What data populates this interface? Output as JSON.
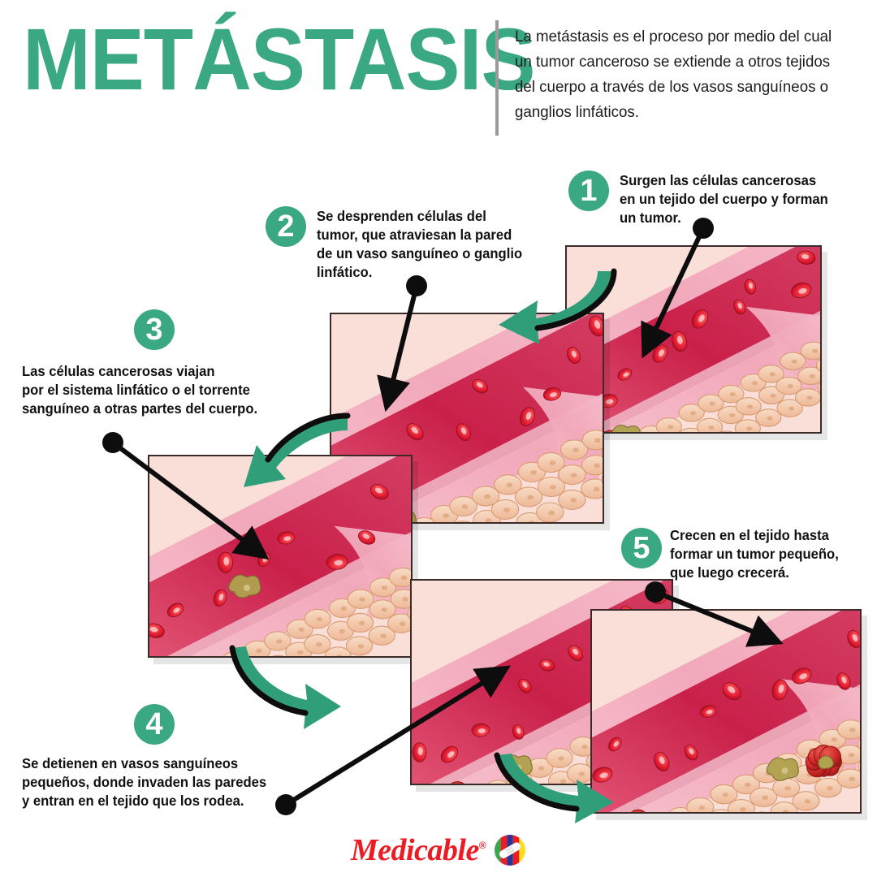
{
  "header": {
    "title": "METÁSTASIS",
    "intro": "La metástasis es el proceso por medio del cual un tumor canceroso se extiende a otros tejidos del cuerpo a través de los vasos sanguíneos o ganglios linfáticos.",
    "divider": "vertical-rule"
  },
  "colors": {
    "accent_green": "#3aa882",
    "arrow_green": "#2f9e79",
    "panel_background": "#fadfd9",
    "panel_border": "#3b2b28",
    "caption_text": "#111111",
    "logo_red": "#ec1c24",
    "blood_red": "#d31f3c",
    "tissue_cell": "#f3c4a8",
    "tumor_red": "#d42a2a",
    "cancer_cell_olive": "#b0a24e"
  },
  "steps": [
    {
      "number": "1",
      "text": "Surgen las células cancerosas en un tejido del cuerpo y forman un tumor.",
      "lines": [
        "Surgen las células cancerosas",
        "en un tejido del cuerpo y forman",
        "un tumor."
      ]
    },
    {
      "number": "2",
      "text": "Se desprenden células del tumor, que atraviesan la pared de un vaso sanguíneo o ganglio linfático.",
      "lines": [
        "Se desprenden células del",
        "tumor, que atraviesan la pared",
        "de un vaso sanguíneo o ganglio",
        "linfático."
      ]
    },
    {
      "number": "3",
      "text": "Las células cancerosas viajan por el sistema linfático o el torrente sanguíneo a otras partes del cuerpo.",
      "lines": [
        "Las células cancerosas viajan",
        "por el sistema linfático o el torrente",
        "sanguíneo a otras partes del cuerpo."
      ]
    },
    {
      "number": "4",
      "text": "Se detienen en vasos sanguíneos pequeños, donde invaden las paredes y entran en el tejido que los rodea.",
      "lines": [
        "Se detienen en vasos sanguíneos",
        "pequeños, donde invaden las paredes",
        "y entran en el tejido que los rodea."
      ]
    },
    {
      "number": "5",
      "text": "Crecen en el tejido hasta formar un tumor pequeño, que luego crecerá.",
      "lines": [
        "Crecen en el tejido hasta",
        "formar un tumor pequeño,",
        "que luego crecerá."
      ]
    }
  ],
  "illustration": {
    "description": "Corte transversal de un vaso sanguíneo con glóbulos rojos, rodeado de tejido epitelial, mostrando un tumor rojo y células cancerosas",
    "elements": [
      "blood-vessel",
      "red-blood-cells",
      "tissue-cells",
      "tumor-mass",
      "cancer-cell"
    ]
  },
  "connectors": {
    "pointer_style": "black-line-with-dot-and-arrowhead",
    "flow_arrow_style": "curved-green-arrow"
  },
  "logo": {
    "word": "Medicable",
    "registered": "®",
    "mark": "bandage-in-color-wheel"
  }
}
